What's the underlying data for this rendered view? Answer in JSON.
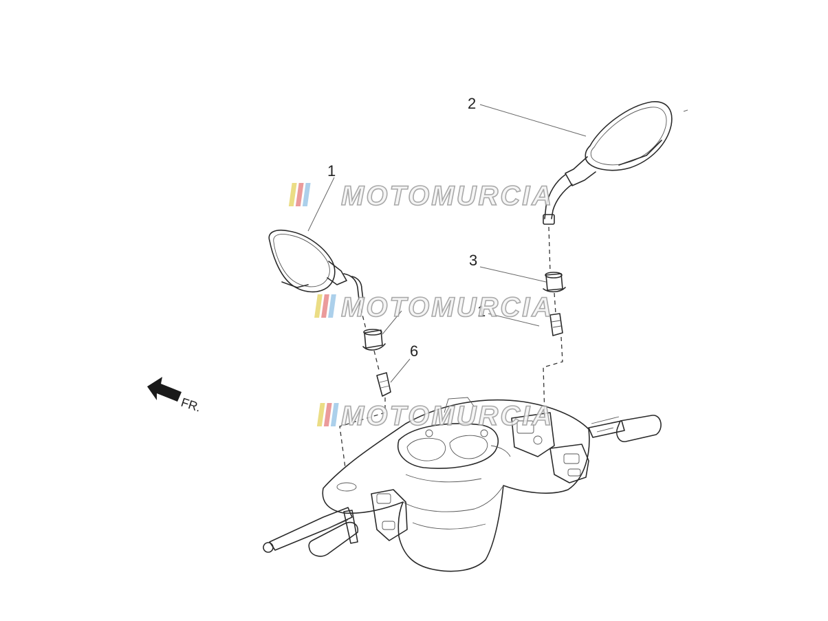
{
  "callouts": {
    "c1": "1",
    "c2": "2",
    "c3": "3",
    "c4": "1",
    "c6": "6"
  },
  "front_indicator": {
    "label": "FR.",
    "icon": "arrow-left-icon"
  },
  "watermark": {
    "text": "MOTOMURCIA",
    "stripe_colors": [
      "#e8d870",
      "#e88a8a",
      "#9ec8e8"
    ]
  }
}
